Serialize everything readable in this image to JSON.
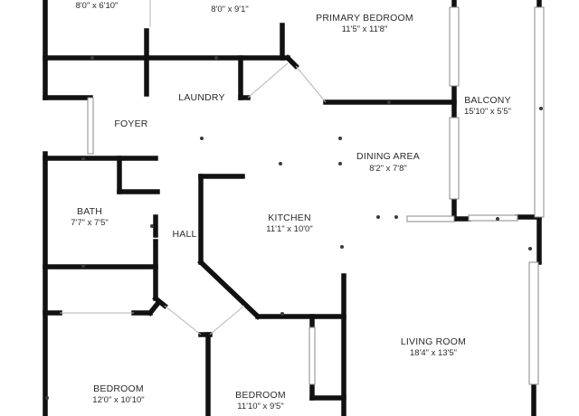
{
  "rooms": {
    "top_left": {
      "dims": "8'0\" x 6'10\""
    },
    "top_center": {
      "dims": "8'0\" x 9'1\""
    },
    "primary_bedroom": {
      "name": "PRIMARY BEDROOM",
      "dims": "11'5\" x 11'8\""
    },
    "laundry": {
      "name": "LAUNDRY"
    },
    "balcony": {
      "name": "BALCONY",
      "dims": "15'10\" x 5'5\""
    },
    "foyer": {
      "name": "FOYER"
    },
    "dining_area": {
      "name": "DINING AREA",
      "dims": "8'2\" x 7'8\""
    },
    "bath": {
      "name": "BATH",
      "dims": "7'7\" x 7'5\""
    },
    "kitchen": {
      "name": "KITCHEN",
      "dims": "11'1\" x 10'0\""
    },
    "hall": {
      "name": "HALL"
    },
    "living_room": {
      "name": "LIVING ROOM",
      "dims": "18'4\" x 13'5\""
    },
    "bedroom_left": {
      "name": "BEDROOM",
      "dims": "12'0\" x 10'10\""
    },
    "bedroom_center": {
      "name": "BEDROOM",
      "dims": "11'10\" x 9'5\""
    }
  }
}
